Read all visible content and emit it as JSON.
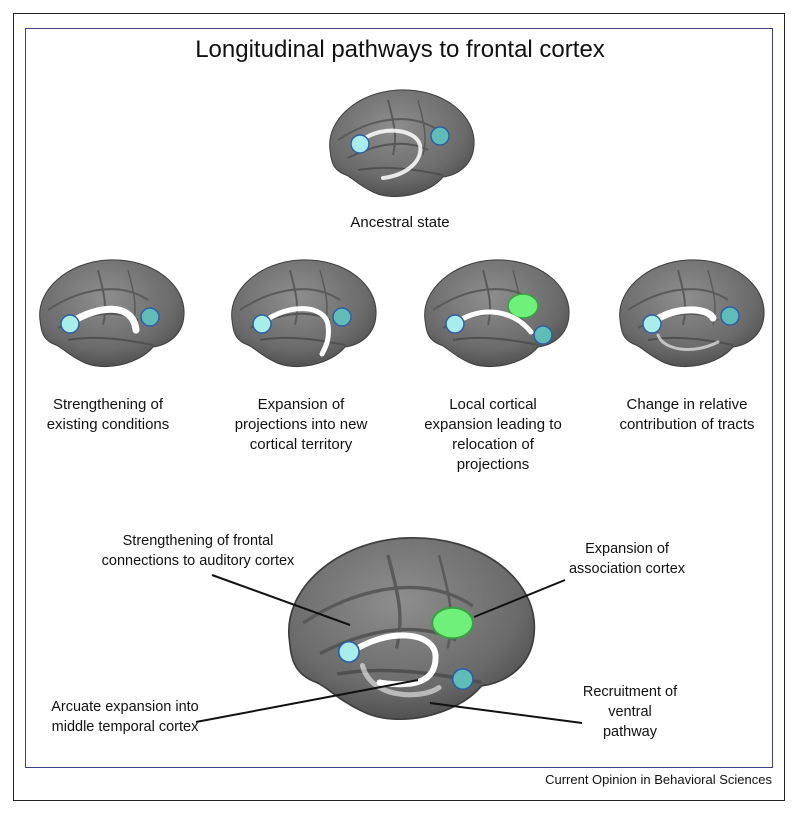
{
  "title": "Longitudinal pathways to frontal cortex",
  "ancestral": {
    "caption": "Ancestral state"
  },
  "mechanisms": [
    {
      "caption": "Strengthening of existing conditions"
    },
    {
      "caption": "Expansion of projections into new cortical territory"
    },
    {
      "caption": "Local cortical expansion leading to relocation of projections"
    },
    {
      "caption": "Change in relative contribution of tracts"
    }
  ],
  "human": {
    "labels": {
      "frontal_auditory": "Strengthening of frontal connections to auditory cortex",
      "association": "Expansion of association cortex",
      "arcuate": "Arcuate expansion into middle temporal cortex",
      "ventral": "Recruitment of ventral pathway"
    }
  },
  "footer": "Current Opinion in Behavioral Sciences",
  "colors": {
    "brain": "#7a7a7a",
    "node_light": "#a8ecec",
    "node_teal": "#5fbcb8",
    "expansion": "#6ef07a",
    "pathway": "#ffffff",
    "frame": "#3b3f8f"
  }
}
